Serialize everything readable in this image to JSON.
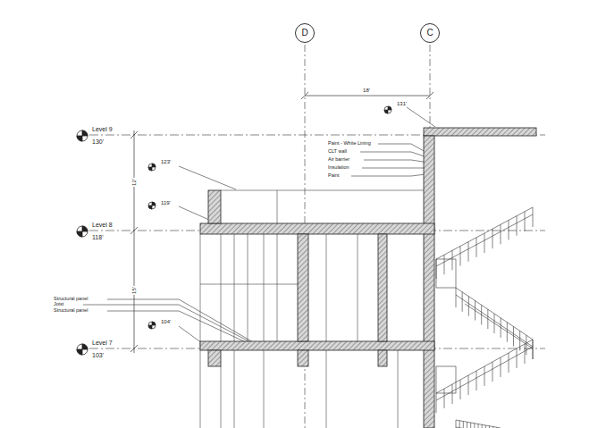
{
  "diagram": {
    "nodes": [
      {
        "text": [
          "D"
        ]
      },
      {
        "text": [
          "C"
        ]
      }
    ],
    "labels": [
      "18'",
      "131'",
      "Level 9",
      "130'",
      "123'",
      "Paint - White Lining",
      "CLT wall",
      "Air barrier",
      "Insulation",
      "Paint",
      "12'",
      "119'",
      "Level 8",
      "118'",
      "15'",
      "Structural panel",
      "Joist",
      "Structural panel",
      "104'",
      "Level 7",
      "103'"
    ]
  }
}
